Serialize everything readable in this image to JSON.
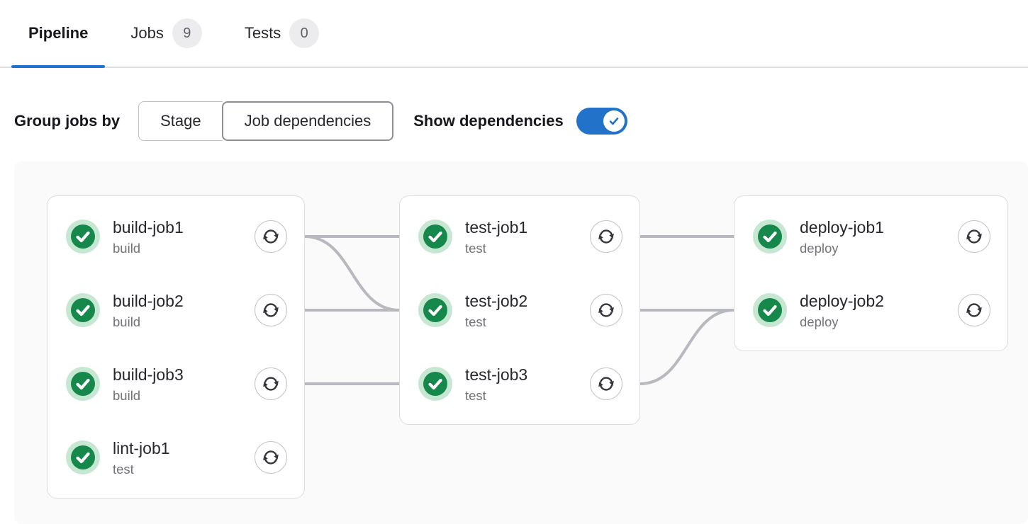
{
  "tabs": [
    {
      "id": "pipeline",
      "label": "Pipeline",
      "active": true
    },
    {
      "id": "jobs",
      "label": "Jobs",
      "badge": "9",
      "active": false
    },
    {
      "id": "tests",
      "label": "Tests",
      "badge": "0",
      "active": false
    }
  ],
  "controls": {
    "group_jobs_by_label": "Group jobs by",
    "segments": [
      {
        "label": "Stage",
        "selected": false
      },
      {
        "label": "Job dependencies",
        "selected": true
      }
    ],
    "show_dependencies_label": "Show dependencies",
    "show_dependencies_enabled": true
  },
  "colors": {
    "accent_blue": "#1f75cb",
    "success_green": "#16884b",
    "success_green_light": "#c6e8d3",
    "connector_gray": "#b8b8bf"
  },
  "graph": {
    "columns": [
      {
        "jobs": [
          {
            "id": "build-job1",
            "name": "build-job1",
            "stage": "build",
            "status": "success"
          },
          {
            "id": "build-job2",
            "name": "build-job2",
            "stage": "build",
            "status": "success"
          },
          {
            "id": "build-job3",
            "name": "build-job3",
            "stage": "build",
            "status": "success"
          },
          {
            "id": "lint-job1",
            "name": "lint-job1",
            "stage": "test",
            "status": "success"
          }
        ]
      },
      {
        "jobs": [
          {
            "id": "test-job1",
            "name": "test-job1",
            "stage": "test",
            "status": "success"
          },
          {
            "id": "test-job2",
            "name": "test-job2",
            "stage": "test",
            "status": "success"
          },
          {
            "id": "test-job3",
            "name": "test-job3",
            "stage": "test",
            "status": "success"
          }
        ]
      },
      {
        "jobs": [
          {
            "id": "deploy-job1",
            "name": "deploy-job1",
            "stage": "deploy",
            "status": "success"
          },
          {
            "id": "deploy-job2",
            "name": "deploy-job2",
            "stage": "deploy",
            "status": "success"
          }
        ]
      }
    ],
    "links": [
      {
        "from": "build-job1",
        "to": "test-job1"
      },
      {
        "from": "build-job1",
        "to": "test-job2"
      },
      {
        "from": "build-job2",
        "to": "test-job2"
      },
      {
        "from": "build-job3",
        "to": "test-job3"
      },
      {
        "from": "test-job1",
        "to": "deploy-job1"
      },
      {
        "from": "test-job2",
        "to": "deploy-job2"
      },
      {
        "from": "test-job3",
        "to": "deploy-job2"
      }
    ]
  }
}
